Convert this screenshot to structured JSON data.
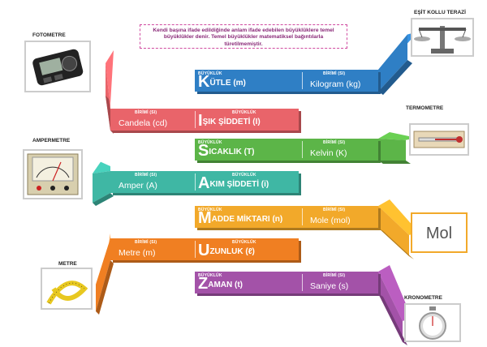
{
  "intro_text": "Kendi başına ifade edildiğinde anlam ifade edebilen büyüklüklere temel büyüklükler denir. Temel büyüklükler matematiksel bağıntılarla türetilmemiştir.",
  "headers": {
    "quantity": "BÜYÜKLÜK",
    "unit": "BİRİMİ (SI)"
  },
  "rows": [
    {
      "id": "kutle",
      "initial": "K",
      "rest": "ÜTLE (m)",
      "unit": "Kilogram (kg)",
      "color": "#2f7fc5",
      "side": "right",
      "instrument": "EŞİT KOLLU TERAZİ",
      "instrument_icon": "balance-scale-icon"
    },
    {
      "id": "isik",
      "initial": "I",
      "rest": "ŞIK ŞİDDETİ (I)",
      "unit": "Candela (cd)",
      "color": "#e9646a",
      "side": "left",
      "instrument": "FOTOMETRE",
      "instrument_icon": "photometer-icon"
    },
    {
      "id": "sicaklik",
      "initial": "S",
      "rest": "ICAKLIK (T)",
      "unit": "Kelvin (K)",
      "color": "#5cb548",
      "side": "right",
      "instrument": "TERMOMETRE",
      "instrument_icon": "thermometer-icon"
    },
    {
      "id": "akim",
      "initial": "A",
      "rest": "KIM ŞİDDETİ (i)",
      "unit": "Amper (A)",
      "color": "#3fb7a4",
      "side": "left",
      "instrument": "AMPERMETRE",
      "instrument_icon": "ammeter-icon"
    },
    {
      "id": "madde",
      "initial": "M",
      "rest": "ADDE MİKTARI (n)",
      "unit": "Mole (mol)",
      "color": "#f2a92a",
      "side": "right",
      "instrument": "",
      "instrument_icon": "mol-box",
      "box_text": "Mol"
    },
    {
      "id": "uzunluk",
      "initial": "U",
      "rest": "ZUNLUK (ℓ)",
      "unit": "Metre (m)",
      "color": "#f07f22",
      "side": "left",
      "instrument": "METRE",
      "instrument_icon": "tape-measure-icon"
    },
    {
      "id": "zaman",
      "initial": "Z",
      "rest": "AMAN (t)",
      "unit": "Saniye (s)",
      "color": "#a352a8",
      "side": "right",
      "instrument": "KRONOMETRE",
      "instrument_icon": "stopwatch-icon"
    }
  ]
}
